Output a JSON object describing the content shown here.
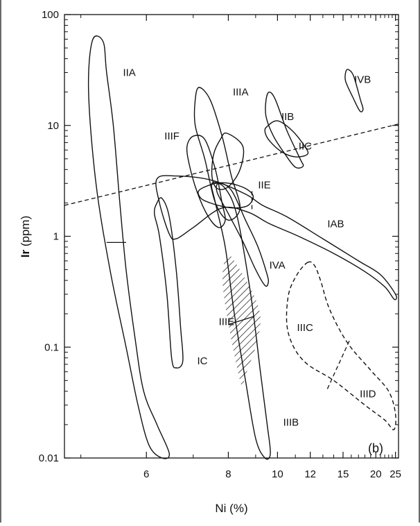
{
  "chart_data": {
    "type": "scatter",
    "title": "",
    "panel_label": "(b)",
    "xlabel": "Ni (%)",
    "ylabel_bold": "Ir",
    "ylabel_rest": " (ppm)",
    "x_scale": "reciprocal",
    "y_scale": "log",
    "xlim": [
      4.8,
      26
    ],
    "ylim": [
      0.01,
      100
    ],
    "x_ticks": [
      {
        "value": 6,
        "label": "6"
      },
      {
        "value": 8,
        "label": "8"
      },
      {
        "value": 10,
        "label": "10"
      },
      {
        "value": 12,
        "label": "12"
      },
      {
        "value": 15,
        "label": "15"
      },
      {
        "value": 20,
        "label": "20"
      },
      {
        "value": 25,
        "label": "25"
      }
    ],
    "y_ticks": [
      {
        "value": 100,
        "label": "100"
      },
      {
        "value": 10,
        "label": "10"
      },
      {
        "value": 1,
        "label": "1"
      },
      {
        "value": 0.1,
        "label": "0.1"
      },
      {
        "value": 0.01,
        "label": "0.01"
      }
    ],
    "fields": [
      {
        "name": "IIA",
        "dashed": false,
        "label_at": [
          5.6,
          30
        ],
        "points": [
          [
            5.15,
            58
          ],
          [
            5.3,
            57
          ],
          [
            5.35,
            30
          ],
          [
            5.45,
            10
          ],
          [
            5.55,
            2
          ],
          [
            5.65,
            0.5
          ],
          [
            5.8,
            0.12
          ],
          [
            5.95,
            0.04
          ],
          [
            6.2,
            0.02
          ],
          [
            6.45,
            0.011
          ],
          [
            6.3,
            0.01
          ],
          [
            6.05,
            0.013
          ],
          [
            5.85,
            0.03
          ],
          [
            5.65,
            0.1
          ],
          [
            5.4,
            0.5
          ],
          [
            5.2,
            3
          ],
          [
            5.1,
            20
          ]
        ]
      },
      {
        "name": "IC",
        "dashed": false,
        "label_at": [
          7.1,
          0.075
        ],
        "points": [
          [
            6.2,
            2
          ],
          [
            6.3,
            2.2
          ],
          [
            6.45,
            1.5
          ],
          [
            6.6,
            0.5
          ],
          [
            6.7,
            0.15
          ],
          [
            6.75,
            0.075
          ],
          [
            6.6,
            0.065
          ],
          [
            6.5,
            0.08
          ],
          [
            6.4,
            0.3
          ],
          [
            6.25,
            1
          ],
          [
            6.15,
            1.6
          ]
        ]
      },
      {
        "name": "IIIF",
        "dashed": false,
        "label_at": [
          6.35,
          8
        ],
        "points": [
          [
            7.0,
            8
          ],
          [
            7.3,
            7.5
          ],
          [
            7.6,
            4
          ],
          [
            7.8,
            2
          ],
          [
            7.9,
            1.4
          ],
          [
            7.7,
            1.2
          ],
          [
            7.4,
            1.5
          ],
          [
            7.1,
            2.5
          ],
          [
            6.9,
            4.5
          ],
          [
            6.85,
            6.5
          ]
        ]
      },
      {
        "name": "IIIA",
        "dashed": false,
        "label_at": [
          8.15,
          20
        ],
        "points": [
          [
            7.15,
            22
          ],
          [
            7.45,
            17
          ],
          [
            7.8,
            8
          ],
          [
            8.1,
            3.5
          ],
          [
            8.4,
            1.8
          ],
          [
            8.0,
            1.4
          ],
          [
            7.6,
            2
          ],
          [
            7.3,
            5
          ],
          [
            7.05,
            10
          ],
          [
            7.05,
            17
          ]
        ]
      },
      {
        "name": "IIIE",
        "dashed": false,
        "label_at": [
          7.7,
          0.17
        ],
        "points": [
          [
            7.95,
            8.5
          ],
          [
            8.5,
            6.5
          ],
          [
            8.4,
            4
          ],
          [
            8.0,
            2.8
          ],
          [
            7.65,
            2.7
          ],
          [
            7.5,
            3.5
          ],
          [
            7.55,
            5.5
          ],
          [
            7.75,
            7.5
          ]
        ]
      },
      {
        "name": "IIIB",
        "dashed": false,
        "label_at": [
          10.3,
          0.021
        ],
        "points": [
          [
            7.5,
            3
          ],
          [
            7.9,
            2.7
          ],
          [
            8.3,
            1.5
          ],
          [
            8.8,
            0.3
          ],
          [
            9.2,
            0.06
          ],
          [
            9.5,
            0.02
          ],
          [
            9.65,
            0.011
          ],
          [
            9.4,
            0.01
          ],
          [
            9.0,
            0.015
          ],
          [
            8.6,
            0.05
          ],
          [
            8.2,
            0.2
          ],
          [
            7.9,
            0.8
          ],
          [
            7.6,
            2
          ]
        ]
      },
      {
        "name": "IVA",
        "dashed": false,
        "label_at": [
          9.6,
          0.55
        ],
        "points": [
          [
            7.7,
            3
          ],
          [
            8.1,
            2.6
          ],
          [
            8.6,
            1.4
          ],
          [
            9.1,
            0.8
          ],
          [
            9.5,
            0.45
          ],
          [
            9.55,
            0.38
          ],
          [
            9.4,
            0.36
          ],
          [
            9.0,
            0.5
          ],
          [
            8.5,
            0.9
          ],
          [
            8.0,
            1.6
          ],
          [
            7.65,
            2.5
          ]
        ]
      },
      {
        "name": "IAB",
        "dashed": false,
        "label_at": [
          13.4,
          1.3
        ],
        "points": [
          [
            6.2,
            3.3
          ],
          [
            6.6,
            3.5
          ],
          [
            7.5,
            3.2
          ],
          [
            8.6,
            2.4
          ],
          [
            9.3,
            1.9
          ],
          [
            10.5,
            1.5
          ],
          [
            13,
            0.95
          ],
          [
            17,
            0.6
          ],
          [
            21,
            0.45
          ],
          [
            25,
            0.3
          ],
          [
            24.6,
            0.27
          ],
          [
            22,
            0.35
          ],
          [
            18,
            0.48
          ],
          [
            14,
            0.7
          ],
          [
            11.2,
            1
          ],
          [
            9.6,
            1.3
          ],
          [
            8.7,
            1.65
          ],
          [
            7.8,
            1.8
          ],
          [
            7.0,
            1.2
          ],
          [
            6.6,
            0.95
          ],
          [
            6.45,
            1.05
          ],
          [
            6.25,
            2
          ]
        ]
      },
      {
        "name": "IIE",
        "dashed": false,
        "label_at": [
          9.1,
          2.9
        ],
        "points": [
          [
            7.15,
            2.6
          ],
          [
            7.6,
            3.0
          ],
          [
            8.05,
            3.0
          ],
          [
            8.6,
            2.7
          ],
          [
            8.9,
            2.3
          ],
          [
            8.7,
            1.9
          ],
          [
            8.25,
            1.8
          ],
          [
            7.85,
            1.85
          ],
          [
            7.45,
            2.0
          ],
          [
            7.2,
            2.2
          ]
        ]
      },
      {
        "name": "IIB",
        "dashed": false,
        "label_at": [
          10.2,
          12
        ],
        "points": [
          [
            9.6,
            20
          ],
          [
            9.9,
            17
          ],
          [
            10.5,
            9
          ],
          [
            11.3,
            5
          ],
          [
            11.5,
            4.3
          ],
          [
            11.0,
            4.2
          ],
          [
            10.4,
            5.5
          ],
          [
            9.8,
            8
          ],
          [
            9.45,
            12
          ],
          [
            9.45,
            17
          ]
        ]
      },
      {
        "name": "IIC",
        "dashed": false,
        "label_at": [
          11.2,
          6.5
        ],
        "points": [
          [
            9.5,
            9.8
          ],
          [
            10.0,
            11
          ],
          [
            10.8,
            9
          ],
          [
            11.6,
            6.5
          ],
          [
            11.8,
            5.5
          ],
          [
            11.0,
            5.2
          ],
          [
            10.2,
            5.8
          ],
          [
            9.6,
            7.3
          ],
          [
            9.4,
            8.8
          ]
        ]
      },
      {
        "name": "IVB",
        "dashed": false,
        "label_at": [
          16.4,
          26
        ],
        "points": [
          [
            15.6,
            32
          ],
          [
            16.3,
            28
          ],
          [
            17.3,
            17
          ],
          [
            17.7,
            14
          ],
          [
            17.2,
            13.5
          ],
          [
            16.2,
            18
          ],
          [
            15.3,
            25
          ],
          [
            15.3,
            30
          ]
        ]
      },
      {
        "name": "IIIC",
        "dashed": true,
        "label_at": [
          11.1,
          0.15
        ],
        "points": [
          [
            11.8,
            0.58
          ],
          [
            12.3,
            0.55
          ],
          [
            12.8,
            0.4
          ],
          [
            13.6,
            0.22
          ],
          [
            15.5,
            0.11
          ],
          [
            19,
            0.062
          ],
          [
            23,
            0.04
          ],
          [
            25,
            0.025
          ],
          [
            24.5,
            0.018
          ],
          [
            22,
            0.022
          ],
          [
            18,
            0.03
          ],
          [
            14,
            0.05
          ],
          [
            11.8,
            0.07
          ],
          [
            10.9,
            0.1
          ],
          [
            10.5,
            0.16
          ],
          [
            10.6,
            0.3
          ],
          [
            11.1,
            0.45
          ]
        ]
      },
      {
        "name": "IIID",
        "dashed": false,
        "label_at": [
          17.2,
          0.038
        ],
        "points": []
      }
    ],
    "boundary_lines": [
      {
        "kind": "dashed",
        "points": [
          [
            4.8,
            1.9
          ],
          [
            26,
            10.3
          ]
        ]
      },
      {
        "kind": "dashed",
        "points": [
          [
            13.4,
            0.042
          ],
          [
            15.9,
            0.12
          ]
        ]
      },
      {
        "kind": "dashed",
        "points": [
          [
            8.85,
            2.55
          ],
          [
            8.85,
            1.75
          ]
        ]
      },
      {
        "kind": "solid",
        "points": [
          [
            5.35,
            0.88
          ],
          [
            5.65,
            0.88
          ]
        ]
      },
      {
        "kind": "solid",
        "points": [
          [
            8.0,
            0.16
          ],
          [
            8.95,
            0.19
          ]
        ]
      }
    ],
    "hatched_region": {
      "points": [
        [
          7.9,
          0.62
        ],
        [
          8.2,
          0.6
        ],
        [
          9.2,
          0.19
        ],
        [
          8.6,
          0.055
        ],
        [
          8.4,
          0.05
        ],
        [
          7.85,
          0.3
        ]
      ]
    }
  }
}
